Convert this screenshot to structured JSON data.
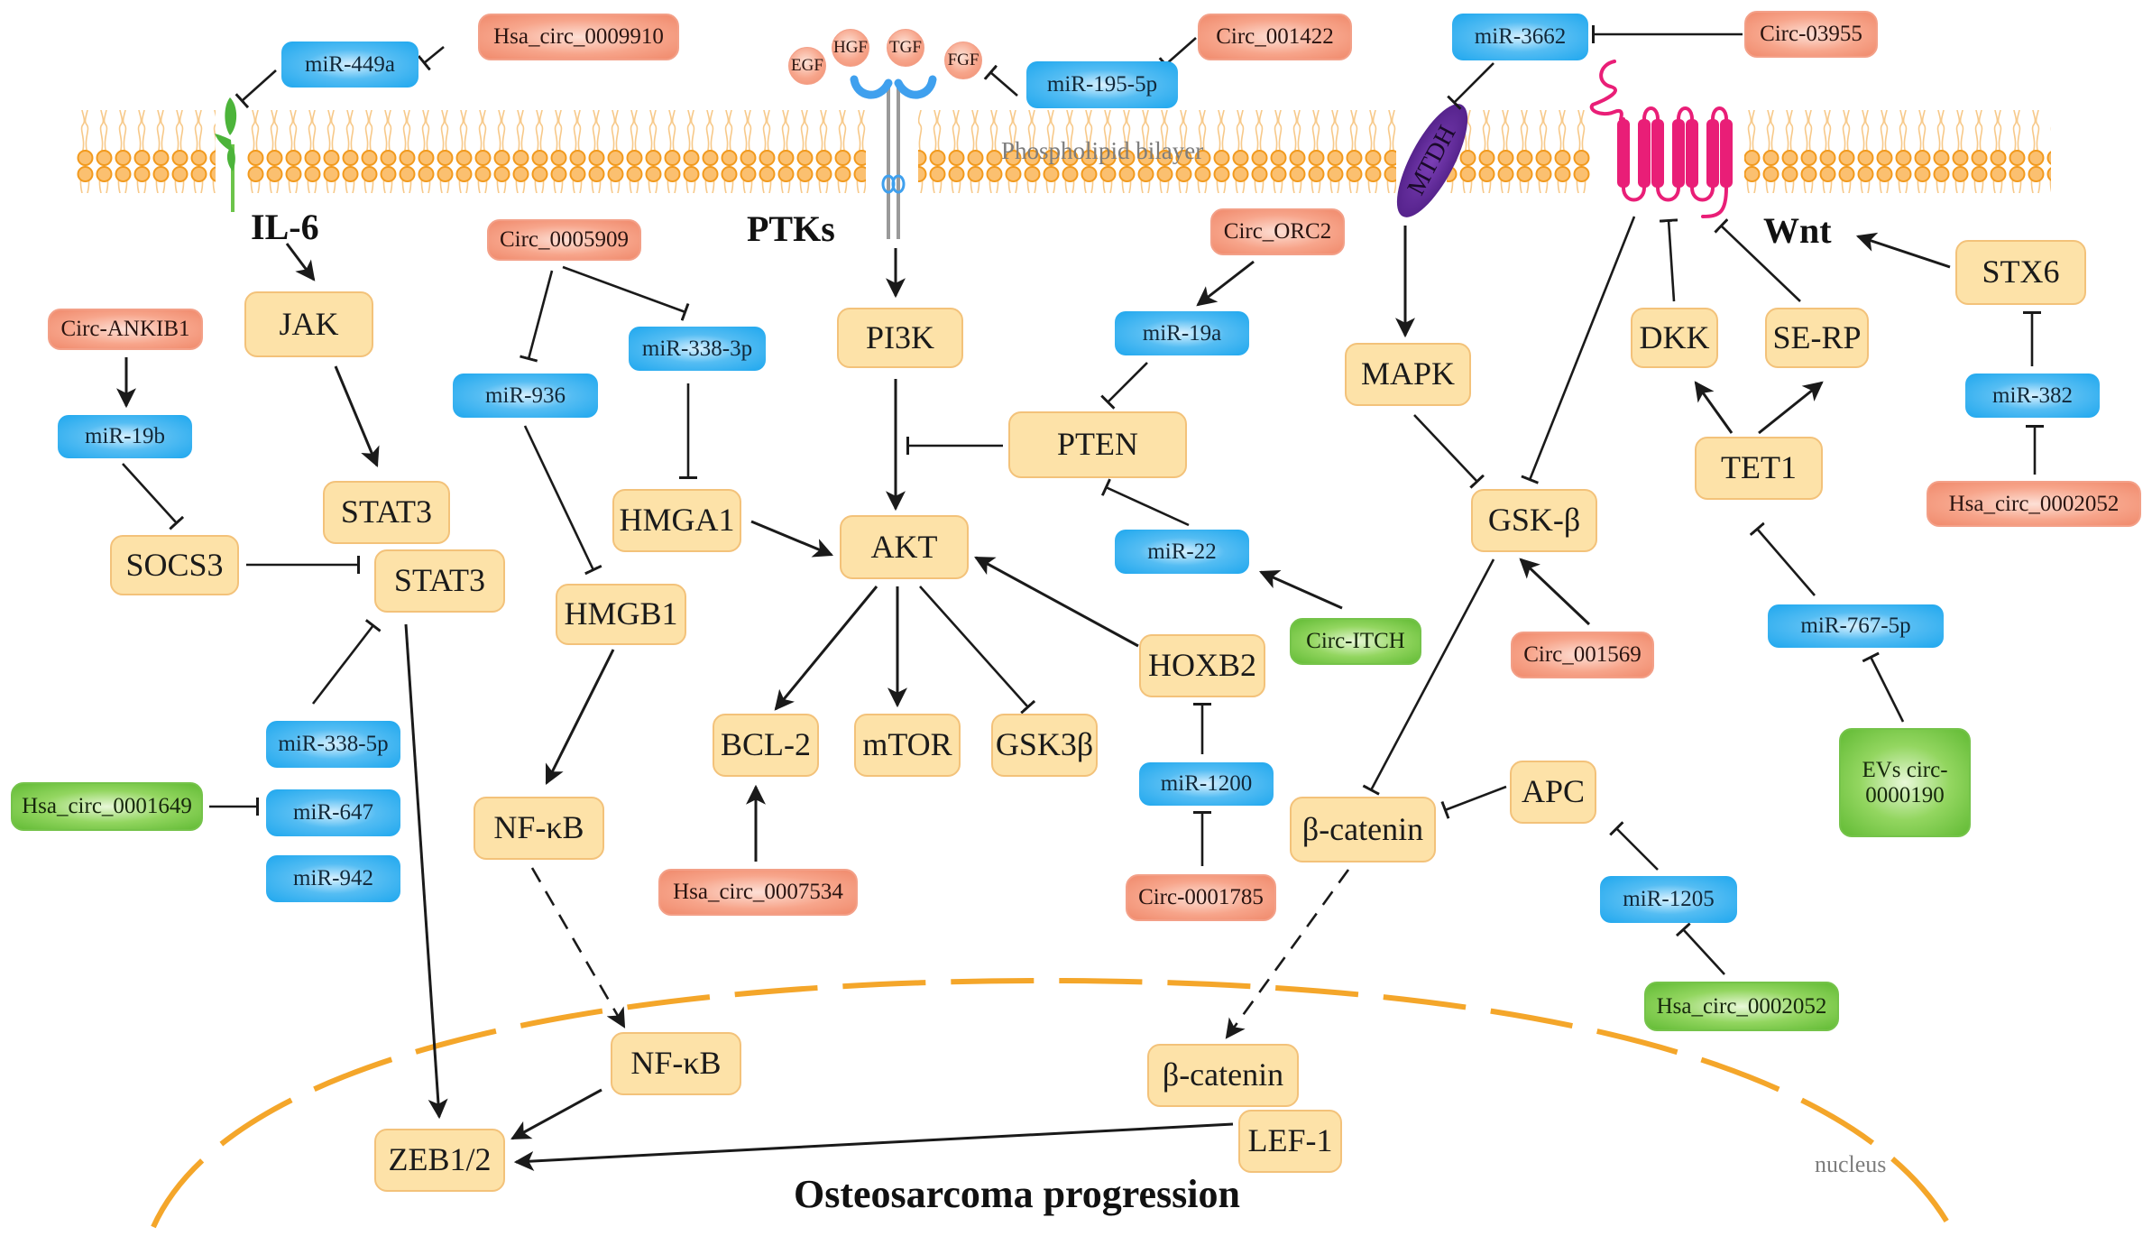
{
  "title": "Osteosarcoma progression",
  "labels": {
    "membrane": "Phospholipid bilayer",
    "nucleus": "nucleus",
    "il6": "IL-6",
    "ptks": "PTKs",
    "wnt": "Wnt",
    "mtdh": "MTDH"
  },
  "ligands": [
    "EGF",
    "HGF",
    "TGF",
    "FGF"
  ],
  "legend_colors": {
    "protein": "#fde2a8",
    "mirna": "#1ea7ee",
    "circrna_up": "#f08a6c",
    "circrna_down": "#62bb35",
    "membrane": "#f7a93a",
    "frizzled": "#e91e77",
    "mtdh": "#5b2590",
    "receptor": "#3fa0ee",
    "il6_receptor": "#5bbf3a"
  },
  "nodes": {
    "hsa_circ_0009910": "Hsa_circ_0009910",
    "mir_449a": "miR-449a",
    "circ_001422": "Circ_001422",
    "mir_195_5p": "miR-195-5p",
    "mir_3662": "miR-3662",
    "circ_03955": "Circ-03955",
    "circ_0005909": "Circ_0005909",
    "circ_ankib1": "Circ-ANKIB1",
    "jak": "JAK",
    "mir_19b": "miR-19b",
    "mir_936": "miR-936",
    "mir_338_3p": "miR-338-3p",
    "pi3k": "PI3K",
    "circ_orc2": "Circ_ORC2",
    "mir_19a": "miR-19a",
    "pten": "PTEN",
    "mapk": "MAPK",
    "dkk": "DKK",
    "se_rp": "SE-RP",
    "stx6": "STX6",
    "mir_382": "miR-382",
    "tet1": "TET1",
    "hsa_circ_0002052_red": "Hsa_circ_0002052",
    "stat3_a": "STAT3",
    "socs3": "SOCS3",
    "stat3_b": "STAT3",
    "hmga1": "HMGA1",
    "akt": "AKT",
    "mir_22": "miR-22",
    "gsk_b": "GSK-β",
    "hmgb1": "HMGB1",
    "circ_itch": "Circ-ITCH",
    "hoxb2": "HOXB2",
    "circ_001569": "Circ_001569",
    "mir_767_5p": "miR-767-5p",
    "bcl2": "BCL-2",
    "mtor": "mTOR",
    "gsk3b": "GSK3β",
    "mir_1200": "miR-1200",
    "mir_338_5p": "miR-338-5p",
    "hsa_circ_0001649": "Hsa_circ_0001649",
    "mir_647": "miR-647",
    "mir_942": "miR-942",
    "nfkb": "NF-κB",
    "evs_circ_0000190": "EVs circ-0000190",
    "apc": "APC",
    "b_catenin": "β-catenin",
    "hsa_circ_0007534": "Hsa_circ_0007534",
    "circ_0001785": "Circ-0001785",
    "mir_1205": "miR-1205",
    "hsa_circ_0002052_green": "Hsa_circ_0002052",
    "nfkb_nuc": "NF-κB",
    "b_catenin_nuc": "β-catenin",
    "lef1": "LEF-1",
    "zeb12": "ZEB1/2"
  },
  "edges": [
    {
      "from": "hsa_circ_0009910",
      "to": "mir_449a",
      "type": "inhibit"
    },
    {
      "from": "mir_449a",
      "to": "il6_receptor",
      "type": "inhibit"
    },
    {
      "from": "circ_001422",
      "to": "mir_195_5p",
      "type": "inhibit"
    },
    {
      "from": "mir_195_5p",
      "to": "FGF",
      "type": "inhibit"
    },
    {
      "from": "circ_03955",
      "to": "mir_3662",
      "type": "inhibit"
    },
    {
      "from": "mir_3662",
      "to": "mtdh",
      "type": "inhibit"
    },
    {
      "from": "il6",
      "to": "jak",
      "type": "activate"
    },
    {
      "from": "jak",
      "to": "stat3_a",
      "type": "activate"
    },
    {
      "from": "circ_ankib1",
      "to": "mir_19b",
      "type": "activate"
    },
    {
      "from": "mir_19b",
      "to": "socs3",
      "type": "inhibit"
    },
    {
      "from": "socs3",
      "to": "stat3_b",
      "type": "inhibit"
    },
    {
      "from": "mir_338_5p",
      "to": "stat3_b",
      "type": "inhibit"
    },
    {
      "from": "hsa_circ_0001649",
      "to": "mir_647",
      "type": "inhibit"
    },
    {
      "from": "stat3_b",
      "to": "zeb12",
      "type": "activate"
    },
    {
      "from": "circ_0005909",
      "to": "mir_936",
      "type": "inhibit"
    },
    {
      "from": "circ_0005909",
      "to": "mir_338_3p",
      "type": "inhibit"
    },
    {
      "from": "mir_936",
      "to": "hmgb1",
      "type": "inhibit"
    },
    {
      "from": "mir_338_3p",
      "to": "hmga1",
      "type": "inhibit"
    },
    {
      "from": "hmga1",
      "to": "akt",
      "type": "activate"
    },
    {
      "from": "hmgb1",
      "to": "nfkb",
      "type": "activate"
    },
    {
      "from": "nfkb",
      "to": "nfkb_nuc",
      "type": "translocate"
    },
    {
      "from": "nfkb_nuc",
      "to": "zeb12",
      "type": "activate"
    },
    {
      "from": "ptk_receptor",
      "to": "pi3k",
      "type": "activate"
    },
    {
      "from": "pi3k",
      "to": "akt",
      "type": "activate"
    },
    {
      "from": "pten",
      "to": "pi3k_akt",
      "type": "inhibit"
    },
    {
      "from": "circ_orc2",
      "to": "mir_19a",
      "type": "activate"
    },
    {
      "from": "mir_19a",
      "to": "pten",
      "type": "inhibit"
    },
    {
      "from": "mir_22",
      "to": "pten",
      "type": "inhibit"
    },
    {
      "from": "circ_itch",
      "to": "mir_22",
      "type": "activate"
    },
    {
      "from": "hoxb2",
      "to": "akt",
      "type": "activate"
    },
    {
      "from": "mir_1200",
      "to": "hoxb2",
      "type": "inhibit"
    },
    {
      "from": "circ_0001785",
      "to": "mir_1200",
      "type": "inhibit"
    },
    {
      "from": "akt",
      "to": "bcl2",
      "type": "activate"
    },
    {
      "from": "akt",
      "to": "mtor",
      "type": "activate"
    },
    {
      "from": "akt",
      "to": "gsk3b",
      "type": "inhibit"
    },
    {
      "from": "hsa_circ_0007534",
      "to": "bcl2",
      "type": "activate"
    },
    {
      "from": "mtdh",
      "to": "mapk",
      "type": "activate"
    },
    {
      "from": "mapk",
      "to": "gsk_b",
      "type": "inhibit"
    },
    {
      "from": "frizzled",
      "to": "gsk_b",
      "type": "inhibit"
    },
    {
      "from": "circ_001569",
      "to": "gsk_b",
      "type": "activate"
    },
    {
      "from": "gsk_b",
      "to": "b_catenin",
      "type": "inhibit"
    },
    {
      "from": "apc",
      "to": "b_catenin",
      "type": "inhibit"
    },
    {
      "from": "mir_1205",
      "to": "apc",
      "type": "inhibit"
    },
    {
      "from": "hsa_circ_0002052_green",
      "to": "mir_1205",
      "type": "inhibit"
    },
    {
      "from": "b_catenin",
      "to": "b_catenin_nuc",
      "type": "translocate"
    },
    {
      "from": "lef1",
      "to": "zeb12",
      "type": "activate"
    },
    {
      "from": "dkk",
      "to": "frizzled",
      "type": "inhibit"
    },
    {
      "from": "se_rp",
      "to": "frizzled",
      "type": "inhibit"
    },
    {
      "from": "tet1",
      "to": "dkk",
      "type": "activate"
    },
    {
      "from": "tet1",
      "to": "se_rp",
      "type": "activate"
    },
    {
      "from": "mir_767_5p",
      "to": "tet1",
      "type": "inhibit"
    },
    {
      "from": "evs_circ_0000190",
      "to": "mir_767_5p",
      "type": "inhibit"
    },
    {
      "from": "stx6",
      "to": "wnt",
      "type": "activate"
    },
    {
      "from": "mir_382",
      "to": "stx6",
      "type": "inhibit"
    },
    {
      "from": "hsa_circ_0002052_red",
      "to": "mir_382",
      "type": "inhibit"
    }
  ]
}
